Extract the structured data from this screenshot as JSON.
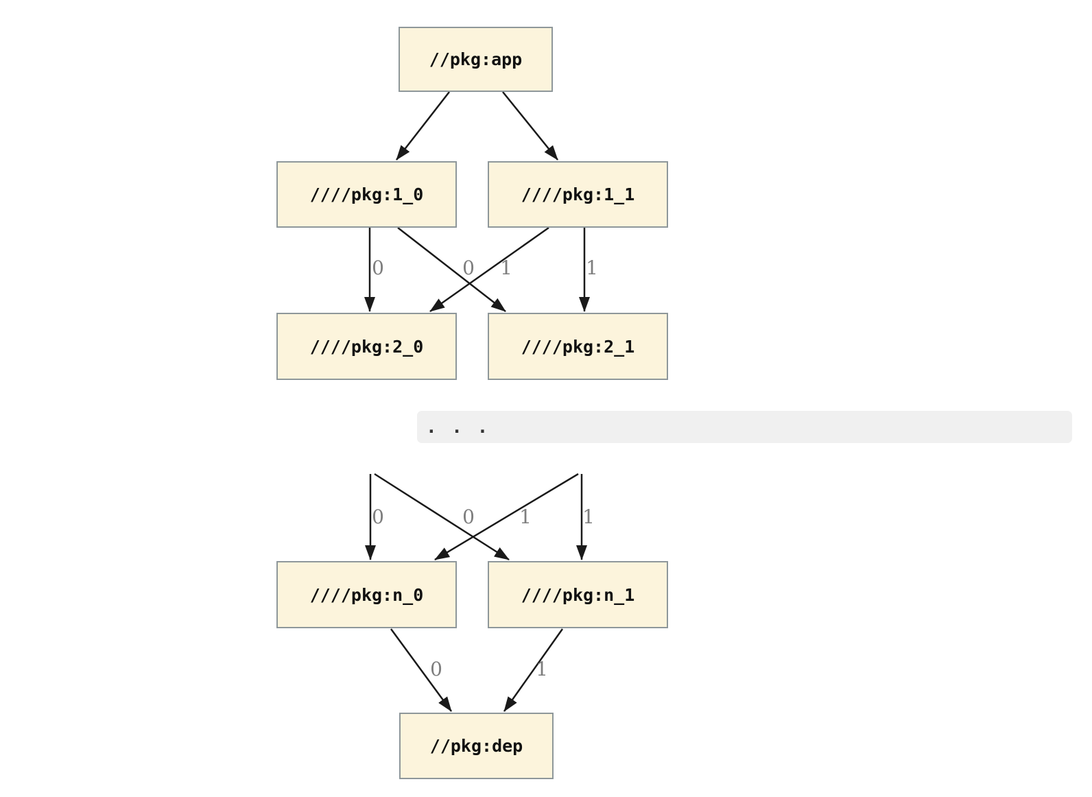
{
  "diagram": {
    "type": "dependency-graph",
    "nodes": {
      "app": {
        "label": "//pkg:app"
      },
      "l1_0": {
        "label": "////pkg:1_0"
      },
      "l1_1": {
        "label": "////pkg:1_1"
      },
      "l2_0": {
        "label": "////pkg:2_0"
      },
      "l2_1": {
        "label": "////pkg:2_1"
      },
      "n_0": {
        "label": "////pkg:n_0"
      },
      "n_1": {
        "label": "////pkg:n_1"
      },
      "dep": {
        "label": "//pkg:dep"
      }
    },
    "ellipsis_text": ". . .",
    "edges": [
      {
        "from": "//pkg:app",
        "to": "////pkg:1_0",
        "label": ""
      },
      {
        "from": "//pkg:app",
        "to": "////pkg:1_1",
        "label": ""
      },
      {
        "from": "////pkg:1_0",
        "to": "////pkg:2_0",
        "label": "0"
      },
      {
        "from": "////pkg:1_0",
        "to": "////pkg:2_1",
        "label": "1"
      },
      {
        "from": "////pkg:1_1",
        "to": "////pkg:2_0",
        "label": "0"
      },
      {
        "from": "////pkg:1_1",
        "to": "////pkg:2_1",
        "label": "1"
      },
      {
        "from": "ellipsis-left",
        "to": "////pkg:n_0",
        "label": "0"
      },
      {
        "from": "ellipsis-left",
        "to": "////pkg:n_1",
        "label": "1"
      },
      {
        "from": "ellipsis-right",
        "to": "////pkg:n_0",
        "label": "0"
      },
      {
        "from": "ellipsis-right",
        "to": "////pkg:n_1",
        "label": "1"
      },
      {
        "from": "////pkg:n_0",
        "to": "//pkg:dep",
        "label": "0"
      },
      {
        "from": "////pkg:n_1",
        "to": "//pkg:dep",
        "label": "1"
      }
    ],
    "colors": {
      "node_fill": "#FCF4DC",
      "node_border": "#8E979A",
      "edge": "#1A1A1A",
      "edge_label": "#7E7E7E",
      "band_bg": "#F0F0F0",
      "background": "#FFFFFF"
    }
  }
}
